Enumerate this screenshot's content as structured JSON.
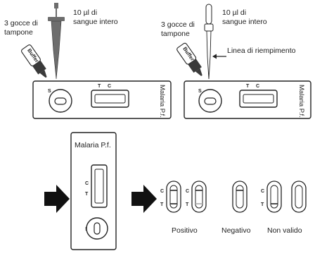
{
  "panels": {
    "left": {
      "buffer_label": "3 gocce di tampone",
      "blood_label": "10 µl di sangue intero",
      "bottle_text": "Buffer",
      "device_label": "Malaria P.f.",
      "well_letter": "S",
      "mark_t": "T",
      "mark_c": "C"
    },
    "right": {
      "buffer_label": "3 gocce di tampone",
      "blood_label": "10 µl di sangue intero",
      "bottle_text": "Buffer",
      "fill_line_label": "Linea di riempimento",
      "device_label": "Malaria P.f.",
      "well_letter": "S",
      "mark_t": "T",
      "mark_c": "C"
    }
  },
  "reader": {
    "device_label": "Malaria P.f.",
    "mark_c": "C",
    "mark_t": "T",
    "well_letter": "S"
  },
  "results": {
    "positive_label": "Positivo",
    "negative_label": "Negativo",
    "invalid_label": "Non valido",
    "mark_c": "C",
    "mark_t": "T"
  },
  "colors": {
    "ink": "#222222",
    "dropper_gray": "#6d6d6d",
    "bottle_dark": "#3a3a3a",
    "faint_line": "#aaaaaa"
  }
}
